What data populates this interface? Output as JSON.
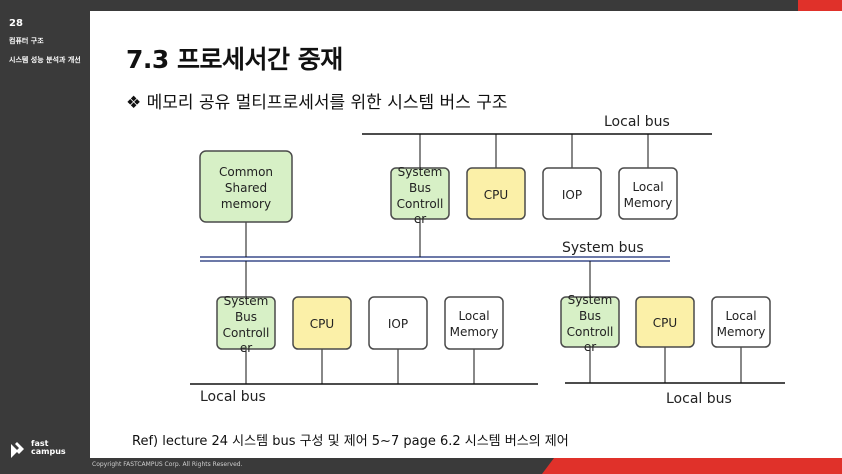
{
  "sidebar": {
    "page_number": "28",
    "chapter": "컴퓨터 구조",
    "section": "시스템 성능 분석과 개선",
    "logo": "fast campus"
  },
  "footer": {
    "copyright": "Copyright FASTCAMPUS Corp. All Rights Reserved."
  },
  "slide": {
    "title": "7.3  프로세서간 중재",
    "subtitle": "❖ 메모리 공유 멀티프로세서를 위한 시스템 버스 구조",
    "reference": "Ref) lecture 24 시스템 bus 구성 및 제어  5~7 page 6.2 시스템 버스의 제어"
  },
  "diagram": {
    "common_memory": [
      "Common",
      "Shared",
      "memory"
    ],
    "system_bus_label": "System bus",
    "local_bus_label": "Local bus",
    "sbc": [
      "System",
      "Bus",
      "Controll",
      "er"
    ],
    "cpu": "CPU",
    "iop": "IOP",
    "local_memory": [
      "Local",
      "Memory"
    ],
    "colors": {
      "green_fill": "#d7f0c6",
      "yellow_fill": "#fbf0a8",
      "white_fill": "#ffffff",
      "box_border": "#4a4a4a",
      "bus_blue": "#3c4d8c"
    }
  }
}
